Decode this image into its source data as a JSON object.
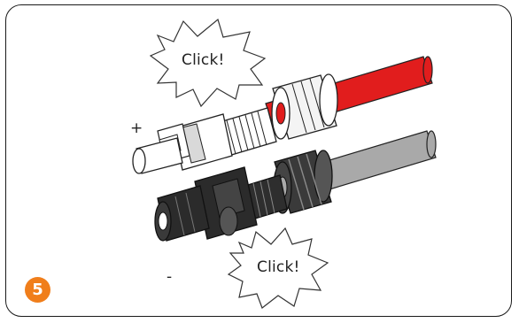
{
  "step": {
    "number": "5",
    "color": "#f07e1b"
  },
  "labels": {
    "plus": "+",
    "minus": "-"
  },
  "callouts": [
    {
      "text": "Click!"
    },
    {
      "text": "Click!"
    }
  ],
  "cables": {
    "positive_color": "#e11d1d",
    "negative_color": "#a9a9a9"
  },
  "icons": [
    "connector-plus-icon",
    "connector-minus-icon",
    "cable-nut-icon",
    "burst-icon"
  ]
}
